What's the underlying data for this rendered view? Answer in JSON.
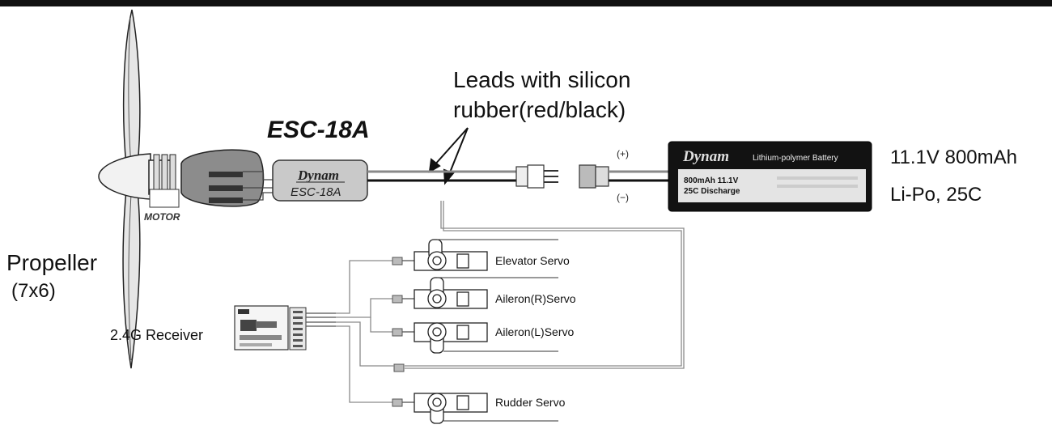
{
  "labels": {
    "leads_line1": "Leads with silicon",
    "leads_line2": "rubber(red/black)",
    "esc_title": "ESC-18A",
    "esc_brand": "Dynam",
    "esc_model": "ESC-18A",
    "motor": "MOTOR",
    "propeller": "Propeller",
    "propeller_size": "(7x6)",
    "receiver": "2.4G  Receiver",
    "polarity_plus": "(+)",
    "polarity_minus": "(−)",
    "battery_spec_line1": "11.1V 800mAh",
    "battery_spec_line2": "Li-Po, 25C"
  },
  "battery": {
    "brand": "Dynam",
    "type": "Lithium-polymer Battery",
    "capacity": "800mAh 11.1V",
    "discharge": "25C Discharge"
  },
  "servos": {
    "elevator": "Elevator  Servo",
    "aileron_r": "Aileron(R)Servo",
    "aileron_l": "Aileron(L)Servo",
    "rudder": "Rudder  Servo"
  },
  "colors": {
    "ink": "#111111",
    "lead_gray": "#8a8a8a",
    "battery_body": "#121212",
    "battery_label": "#e4e4e4",
    "esc_fill": "#c9c9c9",
    "motor_fill": "#8c8c8c"
  }
}
